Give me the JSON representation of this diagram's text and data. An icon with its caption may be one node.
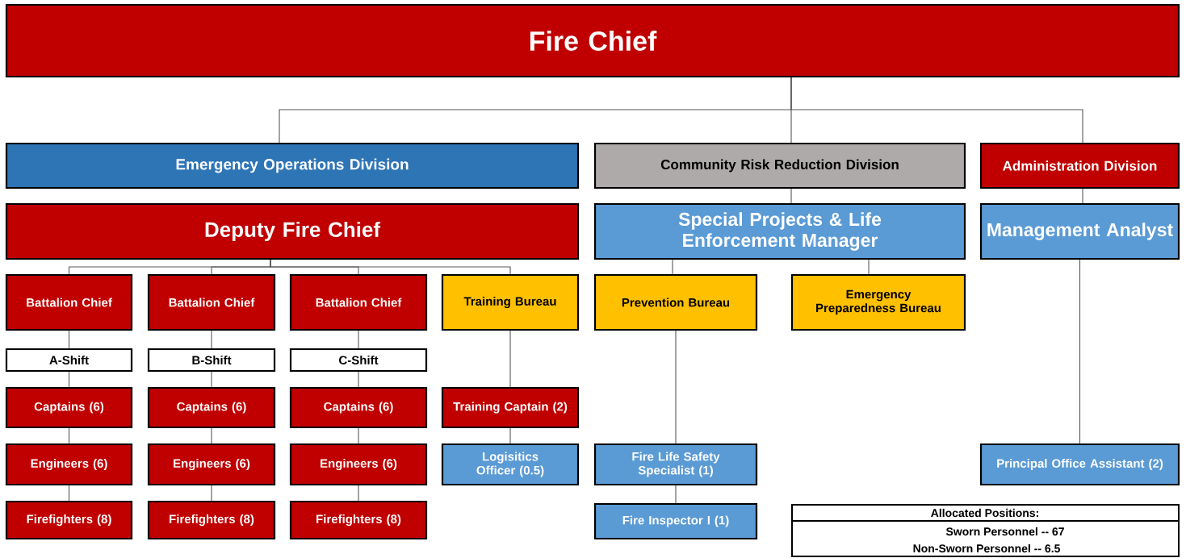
{
  "diagram": {
    "nodes": [
      {
        "text": [
          "Fire Chief"
        ]
      },
      {
        "text": [
          "Emergency Operations Division"
        ]
      },
      {
        "text": [
          "Community Risk Reduction Division"
        ]
      },
      {
        "text": [
          "Administration Division"
        ]
      },
      {
        "text": [
          "Deputy Fire Chief"
        ]
      },
      {
        "text": [
          "Special Projects & Life Enforcement Manager"
        ]
      },
      {
        "text": [
          "Management Analyst"
        ]
      },
      {
        "text": [
          "Battalion Chief"
        ]
      },
      {
        "text": [
          "Battalion Chief"
        ]
      },
      {
        "text": [
          "Battalion Chief"
        ]
      },
      {
        "text": [
          "Training Bureau"
        ]
      },
      {
        "text": [
          "Prevention Bureau"
        ]
      },
      {
        "text": [
          "Emergency Preparedness Bureau"
        ]
      },
      {
        "text": [
          "A-Shift"
        ]
      },
      {
        "text": [
          "B-Shift"
        ]
      },
      {
        "text": [
          "C-Shift"
        ]
      },
      {
        "text": [
          "Captains (6)"
        ]
      },
      {
        "text": [
          "Captains (6)"
        ]
      },
      {
        "text": [
          "Captains (6)"
        ]
      },
      {
        "text": [
          "Training Captain (2)"
        ]
      },
      {
        "text": [
          "Engineers (6)"
        ]
      },
      {
        "text": [
          "Engineers (6)"
        ]
      },
      {
        "text": [
          "Engineers (6)"
        ]
      },
      {
        "text": [
          "Logisitics Officer (0.5)"
        ]
      },
      {
        "text": [
          "Fire Life Safety Specialist (1)"
        ]
      },
      {
        "text": [
          "Principal Office Assistant (2)"
        ]
      },
      {
        "text": [
          "Firefighters (8)"
        ]
      },
      {
        "text": [
          "Firefighters (8)"
        ]
      },
      {
        "text": [
          "Firefighters (8)"
        ]
      },
      {
        "text": [
          "Fire Inspector I (1)"
        ]
      }
    ],
    "edges": [
      {
        "from": 0,
        "to": 1,
        "arrow": "none"
      },
      {
        "from": 0,
        "to": 2,
        "arrow": "none"
      },
      {
        "from": 0,
        "to": 3,
        "arrow": "none"
      },
      {
        "from": 2,
        "to": 5,
        "arrow": "none"
      },
      {
        "from": 3,
        "to": 6,
        "arrow": "none"
      },
      {
        "from": 4,
        "to": 7,
        "arrow": "none"
      },
      {
        "from": 4,
        "to": 8,
        "arrow": "none"
      },
      {
        "from": 4,
        "to": 9,
        "arrow": "none"
      },
      {
        "from": 4,
        "to": 10,
        "arrow": "none"
      },
      {
        "from": 5,
        "to": 11,
        "arrow": "none"
      },
      {
        "from": 5,
        "to": 12,
        "arrow": "none"
      },
      {
        "from": 6,
        "to": 25,
        "arrow": "none"
      },
      {
        "from": 7,
        "to": 13,
        "arrow": "none"
      },
      {
        "from": 8,
        "to": 14,
        "arrow": "none"
      },
      {
        "from": 9,
        "to": 15,
        "arrow": "none"
      },
      {
        "from": 13,
        "to": 16,
        "arrow": "none"
      },
      {
        "from": 14,
        "to": 17,
        "arrow": "none"
      },
      {
        "from": 15,
        "to": 18,
        "arrow": "none"
      },
      {
        "from": 16,
        "to": 20,
        "arrow": "none"
      },
      {
        "from": 17,
        "to": 21,
        "arrow": "none"
      },
      {
        "from": 18,
        "to": 22,
        "arrow": "none"
      },
      {
        "from": 20,
        "to": 26,
        "arrow": "none"
      },
      {
        "from": 21,
        "to": 27,
        "arrow": "none"
      },
      {
        "from": 22,
        "to": 28,
        "arrow": "none"
      },
      {
        "from": 10,
        "to": 19,
        "arrow": "none"
      },
      {
        "from": 19,
        "to": 23,
        "arrow": "none"
      },
      {
        "from": 11,
        "to": 24,
        "arrow": "none"
      },
      {
        "from": 24,
        "to": 29,
        "arrow": "none"
      }
    ],
    "labels": [
      "Allocated Positions:",
      "Sworn Personnel -- 67",
      "Non-Sworn Personnel -- 6.5"
    ]
  }
}
